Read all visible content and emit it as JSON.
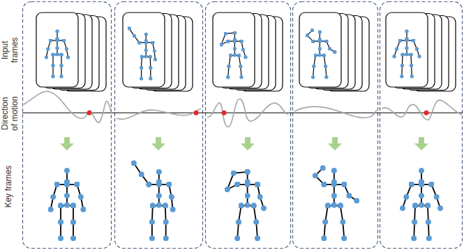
{
  "diagram": {
    "labels": [
      "Input frames",
      "Direction of motion",
      "Key frames"
    ]
  }
}
